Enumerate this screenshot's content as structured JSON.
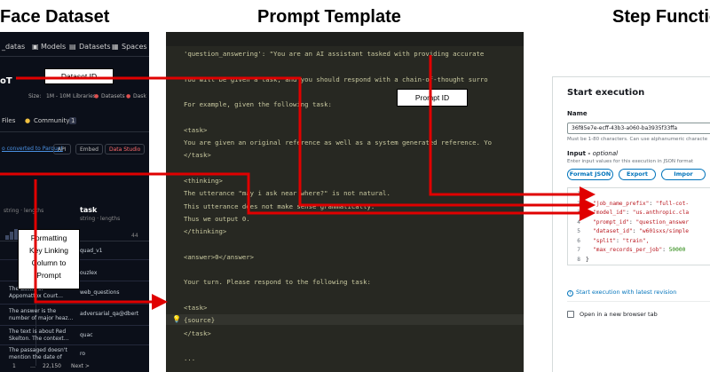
{
  "headings": {
    "left": "Face Dataset",
    "middle": "Prompt Template",
    "right": "Step Functio"
  },
  "hf": {
    "nav": {
      "datasets_partial": "_datas",
      "models": "Models",
      "datasets": "Datasets",
      "spaces": "Spaces"
    },
    "title_partial": "oT",
    "meta": {
      "size": "Size:",
      "size_value": "1M - 10M",
      "libraries": "Libraries:",
      "datasets": "Datasets",
      "dask": "Dask"
    },
    "tabs": {
      "files": "Files",
      "community": "Community",
      "community_count": "1"
    },
    "toolbar": {
      "converted": "o converted to Parquet",
      "api": "API",
      "embed": "Embed",
      "data_studio": "Data Studio"
    },
    "columns": [
      {
        "name": "",
        "type": "string · lengths"
      },
      {
        "name": "task",
        "type": "string · lengths"
      }
    ],
    "count_label": "44",
    "rows": [
      {
        "text": "",
        "task": "quad_v1"
      },
      {
        "text": "",
        "task": "ouzlex"
      },
      {
        "text": "The Battle of\nAppomattox Court…",
        "task": "web_questions"
      },
      {
        "text": "The answer is the\nnumber of major heaz…",
        "task": "adversarial_qa@dbert"
      },
      {
        "text": "The text is about Red\nSkelton. The context…",
        "task": "quac"
      },
      {
        "text": "The passaged doesn't\nmention the date of",
        "task": "ro"
      }
    ],
    "pager": {
      "prev": "1",
      "ellipsis": "…",
      "page": "22,150",
      "next": "Next >"
    }
  },
  "editor": {
    "lines": [
      "'question_answering': \"You are an AI assistant tasked with providing accurate",
      "",
      "You will be given a task, and you should respond with a chain-of-thought surro",
      "",
      "For example, given the following task:",
      "",
      "<task>",
      "You are given an original reference as well as a system generated reference. Yo",
      "</task>",
      "",
      "<thinking>",
      "The utterance \"may i ask near where?\" is not natural.",
      "This utterance does not make sense grammatically.",
      "Thus we output 0.",
      "</thinking>",
      "",
      "<answer>0</answer>",
      "",
      "Your turn. Please respond to the following task:",
      "",
      "<task>",
      "{source}",
      "</task>",
      "",
      "..."
    ]
  },
  "sf": {
    "title": "Start execution",
    "name_label": "Name",
    "name_value": "36f85e7e-ecff-43b3-a060-ba3935f33ffa",
    "name_hint": "Must be 1-80 characters. Can use alphanumeric characte",
    "input_label": "Input - ",
    "input_optional": "optional",
    "input_hint": "Enter input values for this execution in JSON format",
    "buttons": {
      "format": "Format JSON",
      "export": "Export",
      "import": "Impor"
    },
    "json_lines": [
      {
        "num": "1",
        "text": "{"
      },
      {
        "num": "2",
        "key": "\"job_name_prefix\"",
        "value": "\"full-cot-"
      },
      {
        "num": "3",
        "key": "\"model_id\"",
        "value": "\"us.anthropic.cla"
      },
      {
        "num": "4",
        "key": "\"prompt_id\"",
        "value": "\"question_answer"
      },
      {
        "num": "5",
        "key": "\"dataset_id\"",
        "value": "\"w601sxs/simple"
      },
      {
        "num": "6",
        "key": "\"split\"",
        "value": "\"train\","
      },
      {
        "num": "7",
        "key": "\"max_records_per_job\"",
        "value": "50000"
      },
      {
        "num": "8",
        "text": "}"
      }
    ],
    "start_link": "Start execution with latest revision",
    "open_tab": "Open in a new browser tab"
  },
  "callouts": {
    "dataset_id": "Dataset ID",
    "prompt_id": "Prompt ID",
    "formatting": "Formatting\nKey Linking\nColumn to\nPrompt"
  },
  "colors": {
    "arrow": "#e00000",
    "editor_bg": "#272822",
    "hf_bg": "#0b0f19",
    "link": "#0073bb"
  }
}
